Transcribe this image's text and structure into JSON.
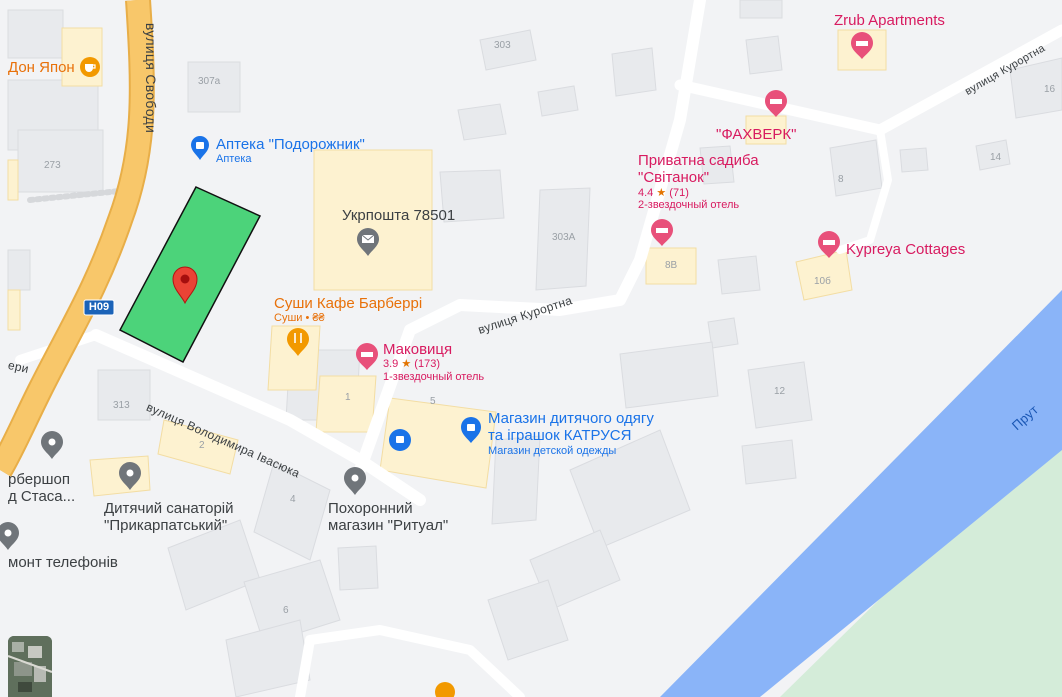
{
  "map": {
    "streets": {
      "svobody": "вулиця Свободи",
      "kurortna_left": "вулиця Курортна",
      "kurortna_right": "вулиця Курортна",
      "ivasiuka": "вулиця Володимира Івасюка",
      "pery": "ери",
      "highway": "H09",
      "river": "Прут"
    },
    "building_numbers": [
      "303",
      "307а",
      "273",
      "303А",
      "313",
      "2",
      "4",
      "6",
      "1",
      "5",
      "8В",
      "8",
      "10б",
      "12",
      "14",
      "16"
    ],
    "pois": [
      {
        "name": "Дон Япон",
        "type": "restaurant"
      },
      {
        "name": "Аптека \"Подорожник\"",
        "sub": "Аптека",
        "type": "pharmacy"
      },
      {
        "name": "Укрпошта 78501",
        "type": "post"
      },
      {
        "name": "Zrub Apartments",
        "type": "hotel"
      },
      {
        "name": "\"ФАХВЕРК\"",
        "type": "hotel"
      },
      {
        "name": "Приватна садиба \"Світанок\"",
        "line1": "Приватна садиба",
        "line2": "\"Світанок\"",
        "rating": "4.4",
        "reviews": "(71)",
        "sub": "2-звездочный отель",
        "type": "hotel"
      },
      {
        "name": "Kypreya Cottages",
        "type": "hotel"
      },
      {
        "name": "Суши Кафе Барберрі",
        "sub": "Суши • ₴₴",
        "type": "restaurant"
      },
      {
        "name": "Маковиця",
        "rating": "3.9",
        "reviews": "(173)",
        "sub": "1-звездочный отель",
        "type": "hotel"
      },
      {
        "name": "Магазин дитячого одягу та іграшок КАТРУСЯ",
        "line1": "Магазин дитячого одягу",
        "line2": "та іграшок КАТРУСЯ",
        "sub": "Магазин детской одежды",
        "type": "shop"
      },
      {
        "name": "Дитячий санаторій \"Прикарпатський\"",
        "line1": "Дитячий санаторій",
        "line2": "\"Прикарпатський\"",
        "type": "place"
      },
      {
        "name": "Похоронний магазин \"Ритуал\"",
        "line1": "Похоронний",
        "line2": "магазин \"Ритуал\"",
        "type": "place"
      },
      {
        "name": "рбершоп д Стаса...",
        "line1": "рбершоп",
        "line2": "д Стаса...",
        "type": "place"
      },
      {
        "name": "монт телефонів",
        "type": "place"
      }
    ],
    "colors": {
      "background": "#f2f3f5",
      "building": "#e8eaed",
      "building_highlight": "#fdf2d0",
      "highway": "#f8c76a",
      "road": "#ffffff",
      "river": "#8ab4f8",
      "park": "#d4ecd9",
      "selection": "#4cd37a",
      "pin": "#ea4335",
      "hotel": "#d81b60",
      "shop": "#1a73e8",
      "food": "#e8710a"
    },
    "star_glyph": "★"
  }
}
